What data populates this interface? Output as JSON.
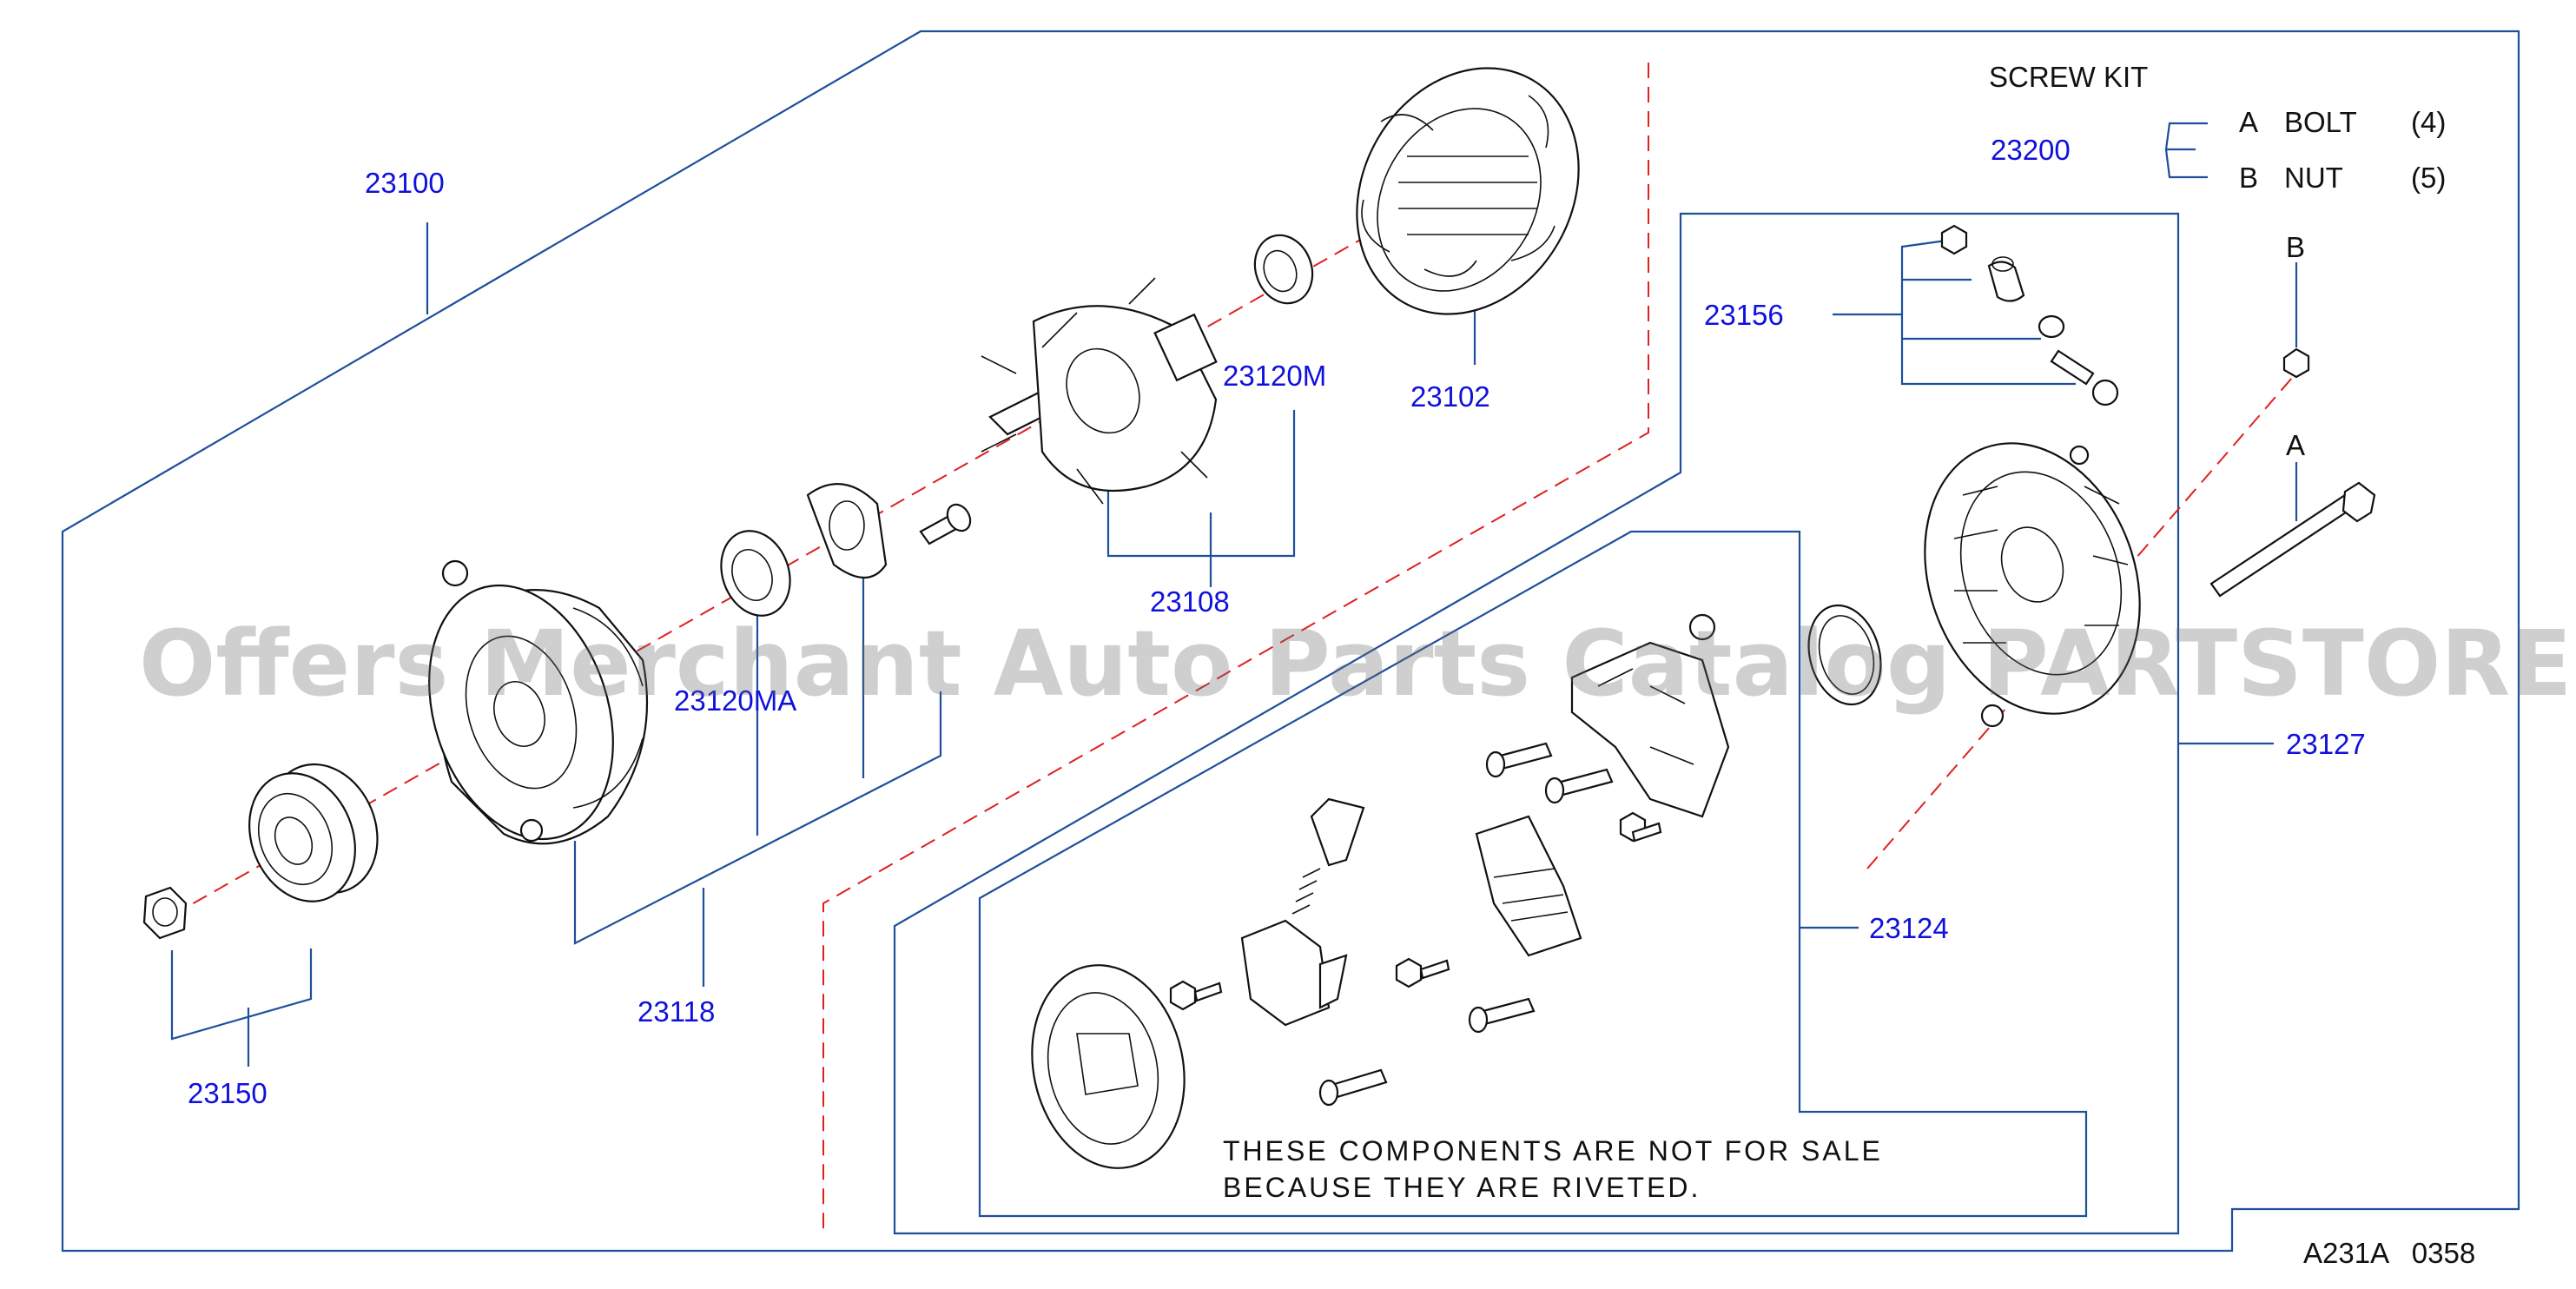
{
  "part_numbers": {
    "p23100": "23100",
    "p23102": "23102",
    "p23120m": "23120M",
    "p23108": "23108",
    "p23120ma": "23120MA",
    "p23118": "23118",
    "p23150": "23150",
    "p23156": "23156",
    "p23127": "23127",
    "p23124": "23124"
  },
  "screw_kit": {
    "title": "SCREW  KIT",
    "part_number": "23200",
    "item_a_letter": "A",
    "item_a_name": "BOLT",
    "item_a_qty": "(4)",
    "item_b_letter": "B",
    "item_b_name": "NUT",
    "item_b_qty": "(5)"
  },
  "callouts": {
    "bolt_letter": "A",
    "nut_letter": "B"
  },
  "note": {
    "line1": "THESE  COMPONENTS  ARE  NOT  FOR  SALE",
    "line2": "BECAUSE  THEY  ARE  RIVETED."
  },
  "diagram_code": "A231A   0358",
  "watermark": "Offers Merchant Auto Parts Catalog PARTSTORE.SA",
  "colors": {
    "frame_line": "#1e4f9a",
    "label_text": "#1010dd",
    "center_axis": "#e02020"
  }
}
